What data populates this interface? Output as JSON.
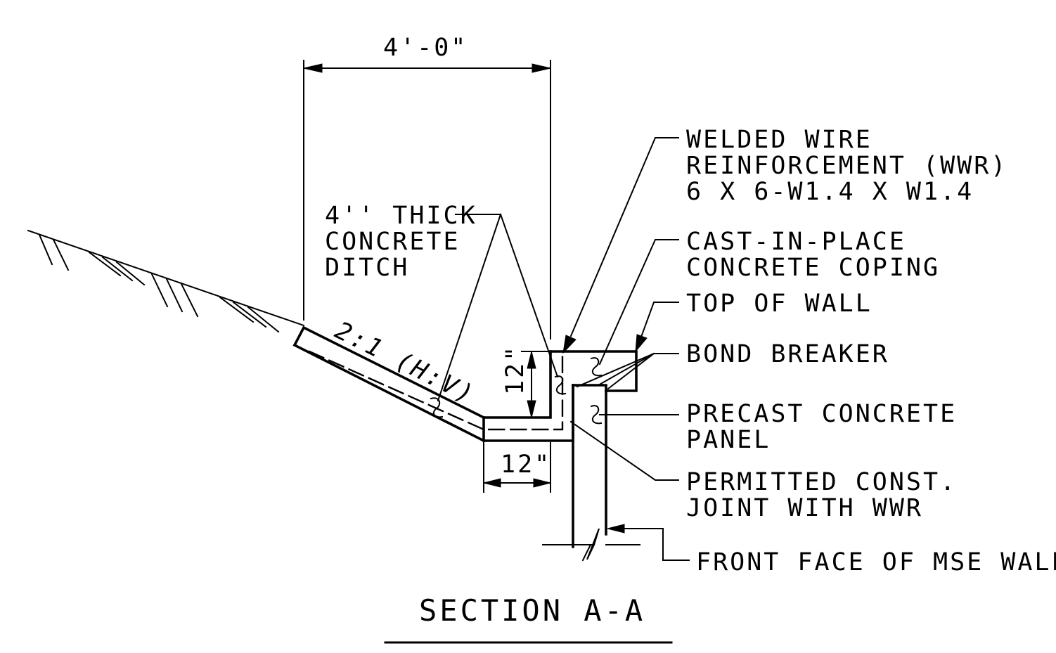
{
  "dimensions": {
    "top_width": "4'-0\"",
    "ditch_height": "12\"",
    "ditch_bottom_width": "12\""
  },
  "slope_label": "2:1 (H:V)",
  "labels": {
    "ditch": [
      "4'' THICK",
      "CONCRETE",
      "DITCH"
    ],
    "wwr": [
      "WELDED WIRE",
      "REINFORCEMENT (WWR)",
      "6 X 6-W1.4 X W1.4"
    ],
    "coping": [
      "CAST-IN-PLACE",
      "CONCRETE COPING"
    ],
    "top_of_wall": "TOP OF WALL",
    "bond_breaker": "BOND BREAKER",
    "panel": [
      "PRECAST CONCRETE",
      "PANEL"
    ],
    "joint": [
      "PERMITTED CONST.",
      "JOINT WITH WWR"
    ],
    "front_face": "FRONT FACE OF MSE WALL"
  },
  "title": "SECTION A-A"
}
